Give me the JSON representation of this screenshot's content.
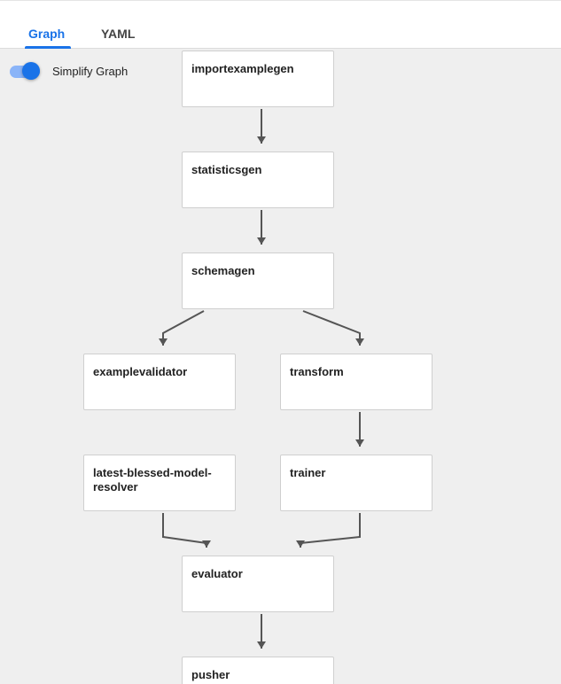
{
  "tabs": [
    {
      "label": "Graph",
      "active": true
    },
    {
      "label": "YAML",
      "active": false
    }
  ],
  "toggle": {
    "label": "Simplify Graph",
    "on": true
  },
  "colors": {
    "accent": "#1a73e8",
    "edge": "#555555"
  },
  "graph": {
    "nodes": [
      {
        "id": "importexamplegen",
        "label": "importexamplegen"
      },
      {
        "id": "statisticsgen",
        "label": "statisticsgen"
      },
      {
        "id": "schemagen",
        "label": "schemagen"
      },
      {
        "id": "examplevalidator",
        "label": "examplevalidator"
      },
      {
        "id": "transform",
        "label": "transform"
      },
      {
        "id": "latest-blessed-model-resolver",
        "label": "latest-blessed-model-resolver"
      },
      {
        "id": "trainer",
        "label": "trainer"
      },
      {
        "id": "evaluator",
        "label": "evaluator"
      },
      {
        "id": "pusher",
        "label": "pusher"
      }
    ],
    "edges": [
      {
        "from": "importexamplegen",
        "to": "statisticsgen"
      },
      {
        "from": "statisticsgen",
        "to": "schemagen"
      },
      {
        "from": "schemagen",
        "to": "examplevalidator"
      },
      {
        "from": "schemagen",
        "to": "transform"
      },
      {
        "from": "transform",
        "to": "trainer"
      },
      {
        "from": "latest-blessed-model-resolver",
        "to": "evaluator"
      },
      {
        "from": "trainer",
        "to": "evaluator"
      },
      {
        "from": "evaluator",
        "to": "pusher"
      }
    ]
  }
}
